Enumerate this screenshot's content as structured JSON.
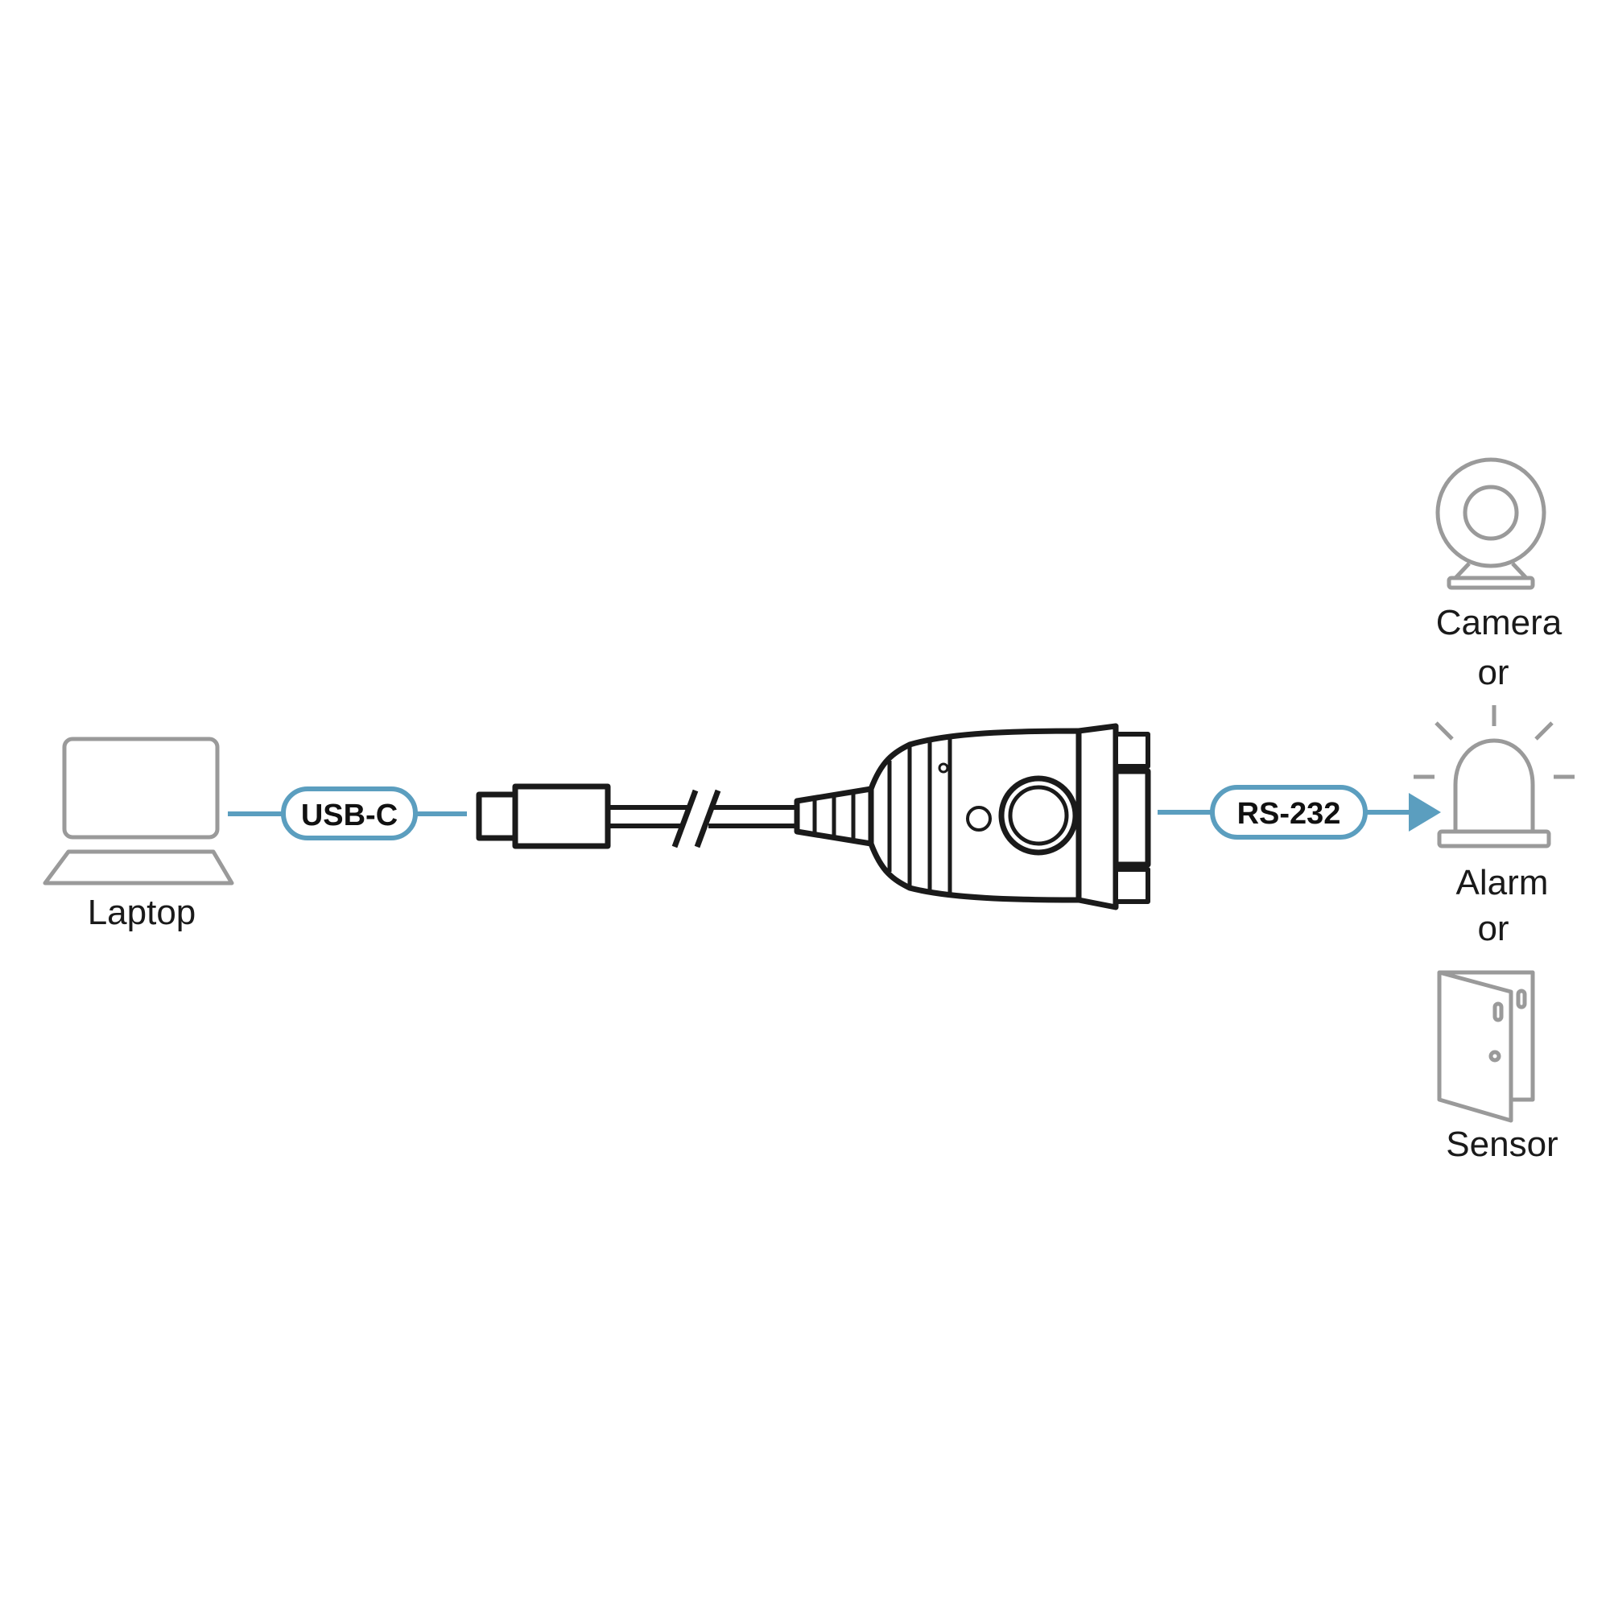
{
  "labels": {
    "laptop": "Laptop",
    "usb": "USB-C",
    "rs232": "RS-232",
    "camera": "Camera",
    "or1": "or",
    "alarm": "Alarm",
    "or2": "or",
    "sensor": "Sensor"
  },
  "colors": {
    "accent": "#5b9ebf",
    "icon_gray": "#9a9a9a",
    "ink": "#1a1a1a",
    "background": "#ffffff"
  },
  "icons": [
    "laptop-icon",
    "usb-c-plug-icon",
    "cable-break-icon",
    "db9-connector-icon",
    "camera-icon",
    "alarm-icon",
    "door-sensor-icon"
  ]
}
